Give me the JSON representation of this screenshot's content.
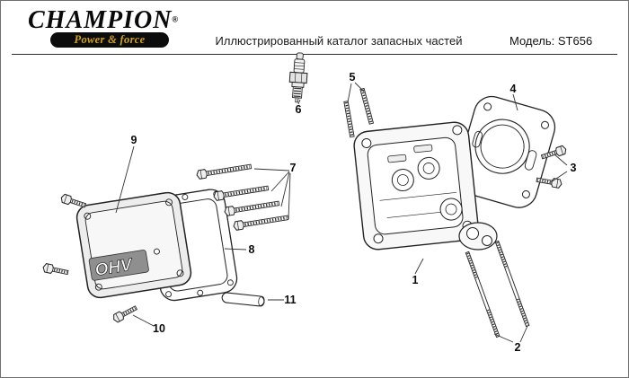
{
  "header": {
    "brand": "CHAMPION",
    "reg_mark": "®",
    "tagline": "Power & force",
    "subtitle": "Иллюстрированный каталог запасных частей",
    "model": "Модель: ST656"
  },
  "diagram": {
    "ohv_label": "OHV",
    "callouts": [
      {
        "n": "1"
      },
      {
        "n": "2"
      },
      {
        "n": "3"
      },
      {
        "n": "4"
      },
      {
        "n": "5"
      },
      {
        "n": "6"
      },
      {
        "n": "7"
      },
      {
        "n": "8"
      },
      {
        "n": "9"
      },
      {
        "n": "10"
      },
      {
        "n": "11"
      }
    ]
  },
  "colors": {
    "tagline_gold": "#d2a321",
    "banner_black": "#0c0c0c",
    "line_art": "#222222"
  }
}
